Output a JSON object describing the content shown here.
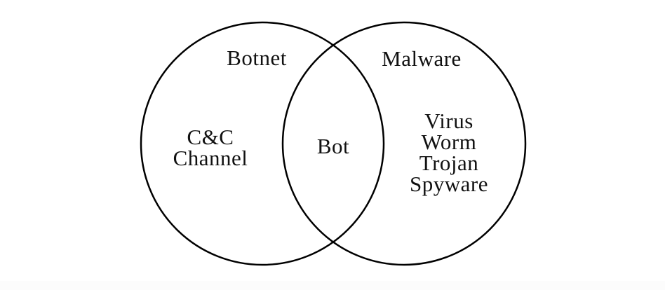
{
  "diagram": {
    "type": "venn",
    "background_color": "#ffffff",
    "stroke_color": "#000000",
    "text_color": "#111111",
    "left_circle": {
      "title": "Botnet",
      "exclusive_label": "C&C Channel"
    },
    "right_circle": {
      "title": "Malware",
      "items": [
        "Virus",
        "Worm",
        "Trojan",
        "Spyware"
      ]
    },
    "intersection": {
      "label": "Bot"
    }
  }
}
